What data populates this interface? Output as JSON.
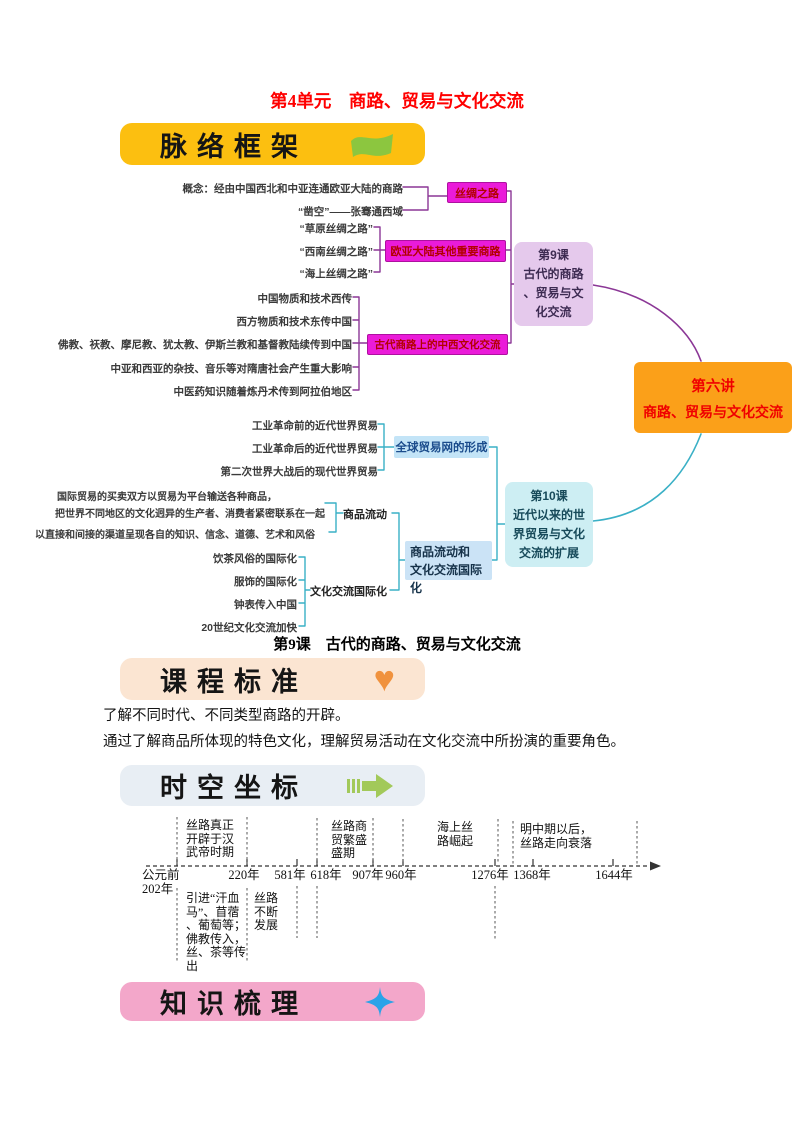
{
  "page": {
    "title": "第4单元　商路、贸易与文化交流",
    "lesson9_heading": "第9课　古代的商路、贸易与文化交流"
  },
  "sections": {
    "framework": "脉络框架",
    "standard": "课程标准",
    "coords": "时空坐标",
    "knowledge": "知识梳理"
  },
  "icons": {
    "framework": "flag-icon",
    "standard": "heart-icon",
    "coords": "arrow-right-icon",
    "knowledge": "sparkle-icon",
    "heart_glyph": "♥"
  },
  "colors": {
    "title_red": "#ff0000",
    "header_yellow": "#fcbf10",
    "header_peach": "#fbe5d2",
    "header_blue": "#e8eef4",
    "header_pink": "#f3a7ca",
    "branch_magenta": "#ea1bd9",
    "purple_line": "#8b3796",
    "teal_line": "#3ab0c6",
    "root_orange": "#fba019",
    "lesson9_lavender": "#e5c9ec",
    "lesson10_cyan": "#cdeef3",
    "blue_box": "#c3e4f7"
  },
  "mindmap": {
    "silk": {
      "box": "丝绸之路",
      "leaves": [
        "概念：经由中国西北和中亚连通欧亚大陆的商路",
        "“凿空”——张骞通西域"
      ]
    },
    "eurasia": {
      "box": "欧亚大陆其他重要商路",
      "leaves": [
        "“草原丝绸之路”",
        "“西南丝绸之路”",
        "“海上丝绸之路”"
      ]
    },
    "ancient": {
      "box": "古代商路上的中西文化交流",
      "leaves": [
        "中国物质和技术西传",
        "西方物质和技术东传中国",
        "佛教、祆教、摩尼教、犹太教、伊斯兰教和基督教陆续传到中国",
        "中亚和西亚的杂技、音乐等对隋唐社会产生重大影响",
        "中医药知识随着炼丹术传到阿拉伯地区"
      ]
    },
    "lesson9": {
      "lines": [
        "第9课",
        "古代的商路",
        "、贸易与文",
        "化交流"
      ]
    },
    "global": {
      "box": "全球贸易网的形成",
      "leaves": [
        "工业革命前的近代世界贸易",
        "工业革命后的近代世界贸易",
        "第二次世界大战后的现代世界贸易"
      ]
    },
    "flow": {
      "label": "商品流动",
      "leaves": [
        "国际贸易的买卖双方以贸易为平台输送各种商品，",
        "把世界不同地区的文化迥异的生产者、消费者紧密联系在一起",
        "以直接和间接的渠道呈现各自的知识、信念、道德、艺术和风俗"
      ]
    },
    "intl": {
      "label": "文化交流国际化",
      "leaves": [
        "饮茶风俗的国际化",
        "服饰的国际化",
        "钟表传入中国",
        "20世纪文化交流加快"
      ]
    },
    "combo": {
      "lines": [
        "商品流动和",
        "文化交流国际化"
      ]
    },
    "lesson10": {
      "lines": [
        "第10课",
        "近代以来的世",
        "界贸易与文化",
        "交流的扩展"
      ]
    },
    "root": {
      "lines": [
        "第六讲",
        "商路、贸易与文化交流"
      ]
    }
  },
  "standard": {
    "lines": [
      "了解不同时代、不同类型商路的开辟。",
      "通过了解商品所体现的特色文化，理解贸易活动在文化交流中所扮演的重要角色。"
    ]
  },
  "timeline": {
    "years": [
      "公元前202年",
      "220年",
      "581年",
      "618年",
      "907年",
      "960年",
      "1276年",
      "1368年",
      "1644年"
    ],
    "events_above": [
      "丝路真正开辟于汉武帝时期",
      "丝路商贸繁盛盛期",
      "海上丝路崛起",
      "明中期以后，丝路走向衰落"
    ],
    "events_below": [
      "引进“汗血马”、苜蓿、葡萄等；佛教传入，丝、茶等传出",
      "丝路不断发展"
    ]
  }
}
